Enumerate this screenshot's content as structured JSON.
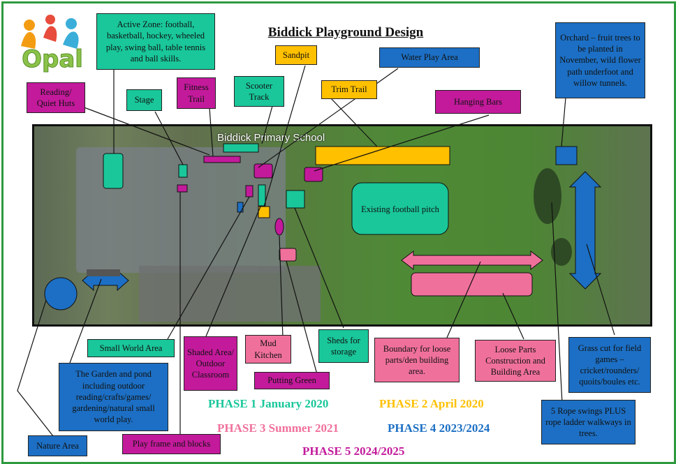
{
  "title": "Biddick Playground Design",
  "logo_text": "Opal",
  "school_label": "Biddick Primary School",
  "colors": {
    "phase1": "#19c79a",
    "phase2": "#ffc000",
    "phase3": "#f0709c",
    "phase4": "#1c6fc4",
    "phase5": "#c31a9b",
    "border": "#2e9a3e"
  },
  "labels": {
    "active_zone": "Active Zone: football, basketball, hockey, wheeled play, swing ball, table tennis and ball skills.",
    "sandpit": "Sandpit",
    "water_play": "Water Play Area",
    "orchard": "Orchard – fruit trees to be planted in November, wild flower path underfoot and willow tunnels.",
    "reading_huts": "Reading/ Quiet Huts",
    "stage": "Stage",
    "fitness_trail": "Fitness Trail",
    "scooter_track": "Scooter Track",
    "trim_trail": "Trim Trail",
    "hanging_bars": "Hanging Bars",
    "existing_pitch": "Existing football pitch",
    "small_world": "Small World Area",
    "shaded_area": "Shaded Area/ Outdoor Classroom",
    "mud_kitchen": "Mud Kitchen",
    "sheds": "Sheds for storage",
    "boundary": "Boundary for loose parts/den building area.",
    "loose_parts": "Loose Parts Construction and Building Area",
    "grass_cut": "Grass cut for field games – cricket/rounders/ quoits/boules etc.",
    "garden_pond": "The Garden and pond including outdoor reading/crafts/games/ gardening/natural small world play.",
    "putting_green": "Putting Green",
    "rope_swings": "5 Rope swings PLUS rope ladder walkways in trees.",
    "nature_area": "Nature Area",
    "play_frame": "Play frame and blocks"
  },
  "phases": {
    "p1": "PHASE 1 January 2020",
    "p2": "PHASE 2 April 2020",
    "p3": "PHASE 3 Summer 2021",
    "p4": "PHASE 4 2023/2024",
    "p5": "PHASE 5 2024/2025"
  }
}
